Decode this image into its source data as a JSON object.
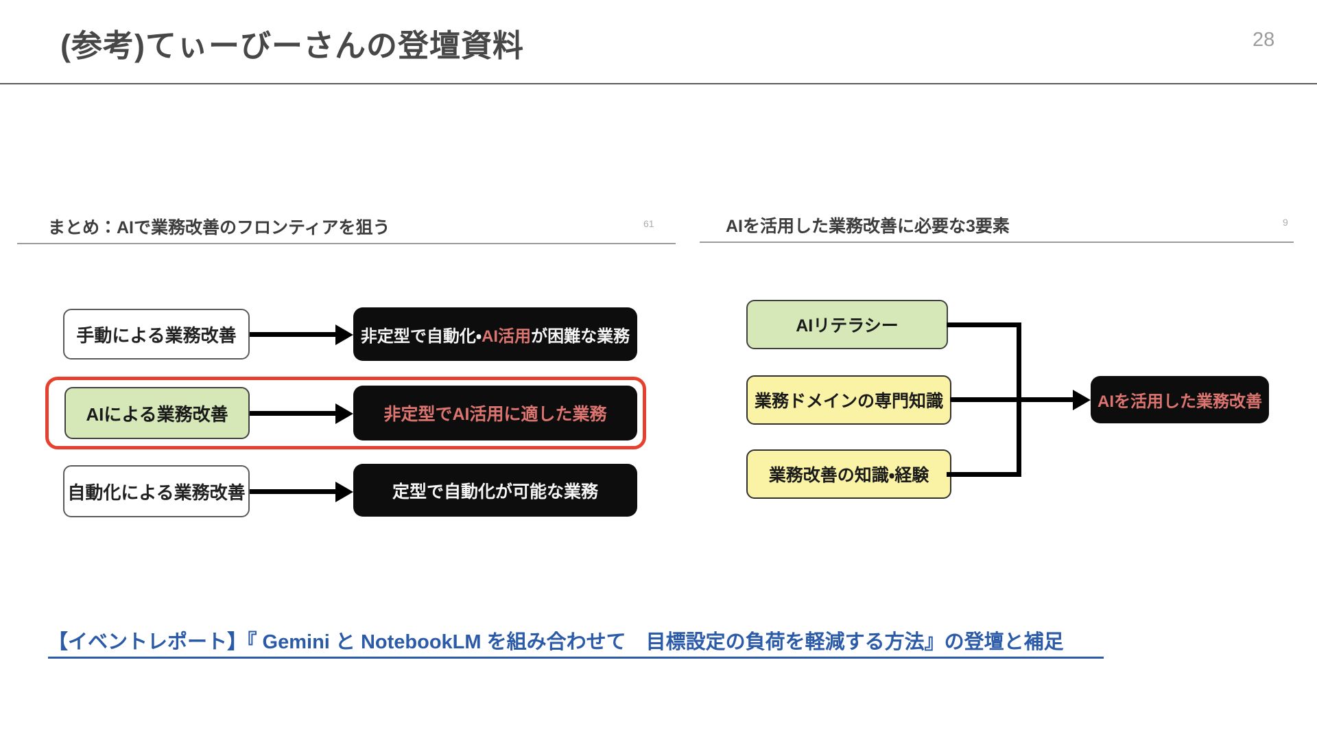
{
  "slide": {
    "title": "(参考)てぃーびーさんの登壇資料",
    "page_number": "28"
  },
  "left_slide": {
    "header": "まとめ：AIで業務改善のフロンティアを狙う",
    "page_number": "61",
    "rows": [
      {
        "source": "手動による業務改善",
        "target_prefix": "非定型で自動化・",
        "target_highlight": "AI活用",
        "target_suffix": "が困難な業務"
      },
      {
        "source": "AIによる業務改善",
        "target": "非定型でAI活用に適した業務"
      },
      {
        "source": "自動化による業務改善",
        "target": "定型で自動化が可能な業務"
      }
    ]
  },
  "right_slide": {
    "header": "AIを活用した業務改善に必要な3要素",
    "page_number": "9",
    "factors": [
      "AIリテラシー",
      "業務ドメインの専門知識",
      "業務改善の知識・経験"
    ],
    "result": "AIを活用した業務改善"
  },
  "footer_link": {
    "text": "【イベントレポート】『 Gemini と NotebookLM を組み合わせて　目標設定の負荷を軽減する方法』の登壇と補足"
  },
  "colors": {
    "accent_red": "#e6402e",
    "salmon": "#dc7470",
    "green_fill": "#d6e8b8",
    "yellow_fill": "#faf3a5",
    "black_box": "#0d0d0d",
    "link_blue": "#2a5aa8"
  }
}
